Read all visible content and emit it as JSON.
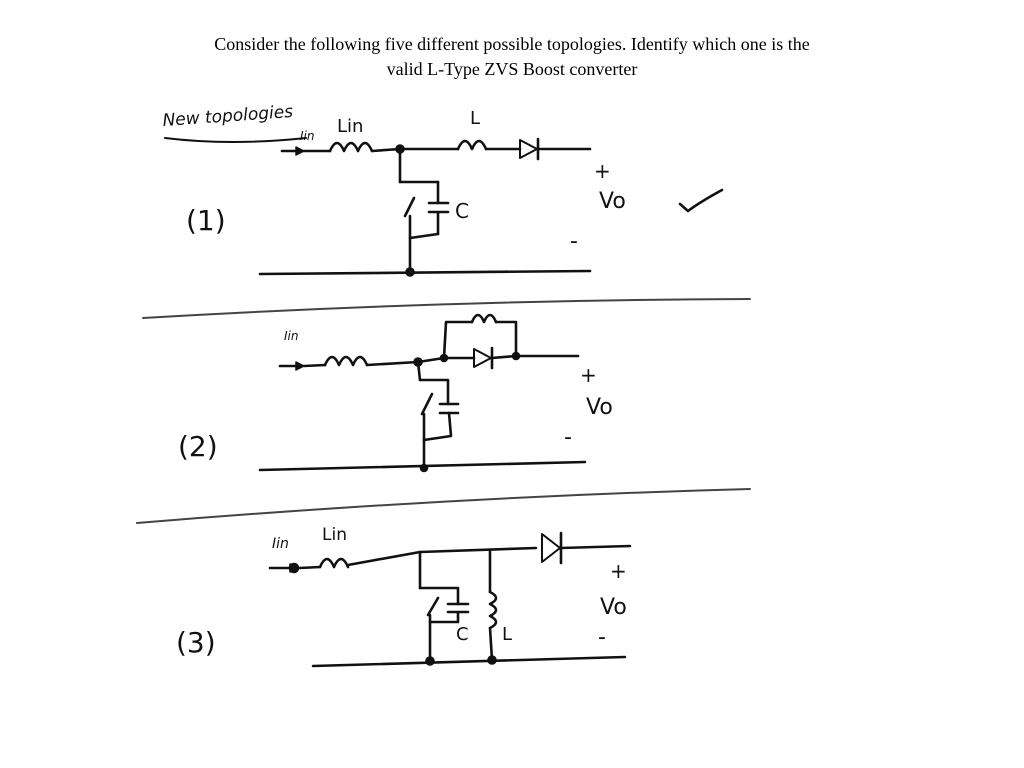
{
  "question": {
    "line1": "Consider the following five different possible topologies. Identify which one is the",
    "line2": "valid L-Type ZVS Boost converter"
  },
  "sketch": {
    "heading": "New topologies",
    "topologies": [
      {
        "number": "(1)",
        "labels": {
          "current": "Iin",
          "input_inductor": "Lin",
          "series_inductor": "L",
          "capacitor": "C",
          "plus": "+",
          "output": "Vo",
          "minus": "-"
        },
        "mark": "check"
      },
      {
        "number": "(2)",
        "labels": {
          "current": "Iin",
          "plus": "+",
          "output": "Vo",
          "minus": "-"
        }
      },
      {
        "number": "(3)",
        "labels": {
          "current": "Iin",
          "input_inductor": "Lin",
          "capacitor": "C",
          "shunt_inductor": "L",
          "plus": "+",
          "output": "Vo",
          "minus": "-"
        }
      }
    ]
  }
}
